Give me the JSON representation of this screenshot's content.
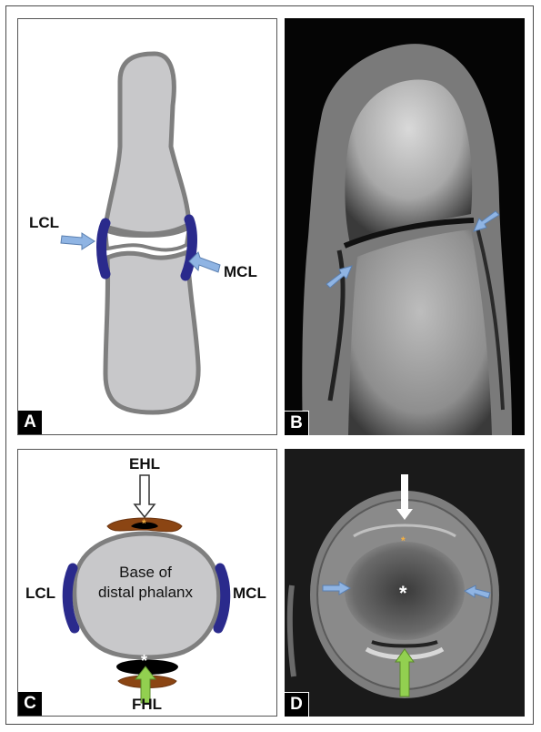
{
  "panels": [
    {
      "id": "A",
      "tag": "A",
      "labels": {
        "lcl": "LCL",
        "mcl": "MCL"
      }
    },
    {
      "id": "B",
      "tag": "B"
    },
    {
      "id": "C",
      "tag": "C",
      "labels": {
        "ehl": "EHL",
        "lcl": "LCL",
        "mcl": "MCL",
        "fhl": "FHL",
        "base_line1": "Base of",
        "base_line2": "distal phalanx",
        "star": "*"
      }
    },
    {
      "id": "D",
      "tag": "D",
      "labels": {
        "star": "*"
      }
    }
  ],
  "colors": {
    "bone_fill": "#c8c8ca",
    "bone_outline": "#7f7f7f",
    "ligament": "#2a2a8c",
    "tendon": "#8b4513",
    "arrow_blue": "#8fb4e3",
    "arrow_green": "#92d050",
    "star_orange": "#f5b041"
  }
}
